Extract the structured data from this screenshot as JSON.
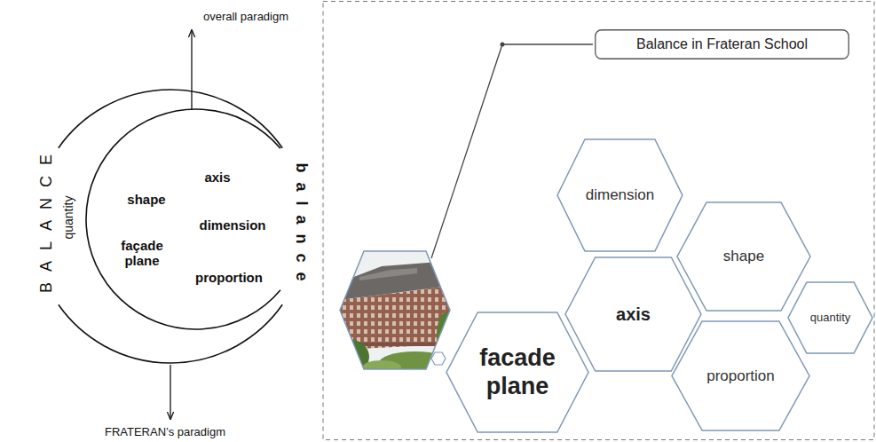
{
  "diagram": {
    "nodes": [
      {
        "text": [
          "BALANCE",
          "quantity"
        ]
      },
      {
        "text": [
          "balance",
          "axis",
          "shape",
          "dimension",
          "façade plane",
          "proportion"
        ],
        "in": 0
      },
      {
        "text": [
          "Balance in Frateran School"
        ]
      },
      {
        "text": [
          "dimension"
        ]
      },
      {
        "text": [
          "shape"
        ]
      },
      {
        "text": [
          "axis"
        ]
      },
      {
        "text": [
          "quantity"
        ]
      },
      {
        "text": [
          "facade plane"
        ]
      },
      {
        "text": [
          "proportion"
        ]
      }
    ],
    "labels": [
      "overall paradigm",
      "FRATERAN’s paradigm"
    ]
  }
}
